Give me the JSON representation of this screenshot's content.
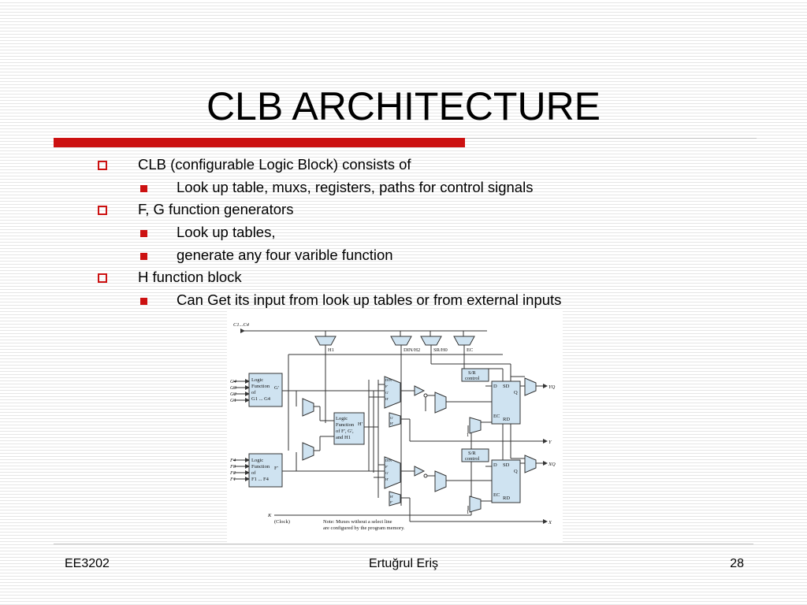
{
  "slide": {
    "title": "CLB ARCHITECTURE",
    "accent_color": "#cc1111",
    "bullets": [
      {
        "level": 1,
        "text": "CLB (configurable Logic Block) consists of"
      },
      {
        "level": 2,
        "text": "Look up table, muxs, registers, paths for control signals"
      },
      {
        "level": 1,
        "text": "F, G function generators"
      },
      {
        "level": 2,
        "text": "Look up tables,"
      },
      {
        "level": 2,
        "text": "generate any four varible function"
      },
      {
        "level": 1,
        "text": "H  function block"
      },
      {
        "level": 2,
        "text": "Can Get its input from look up tables or from external inputs"
      }
    ]
  },
  "figure": {
    "c1c4": "C1...C4",
    "h1": "H1",
    "din_h2": "DIN/H2",
    "sr_h0": "SR/H0",
    "ec": "EC",
    "g_inputs": [
      "G4",
      "G3",
      "G2",
      "G1"
    ],
    "f_inputs": [
      "F4",
      "F3",
      "F2",
      "F1"
    ],
    "g_block": [
      "Logic",
      "Function",
      "of",
      "G1 ... G4"
    ],
    "f_block": [
      "Logic",
      "Function",
      "of",
      "F1 ... F4"
    ],
    "h_block": [
      "Logic",
      "Function",
      "of F', G',",
      "and H1"
    ],
    "g_out": "G'",
    "f_out": "F'",
    "h_out": "H'",
    "mux_in_top": [
      "DIN",
      "F'",
      "G'",
      "H'"
    ],
    "mux_in_mid": [
      "G'",
      "H'"
    ],
    "mux_in_bot": [
      "DIN",
      "F'",
      "G'",
      "H'"
    ],
    "mux_in_low": [
      "H'",
      "F'"
    ],
    "sr_control": [
      "S/R",
      "control"
    ],
    "ff_labels": [
      "D",
      "SD",
      "Q",
      "EC",
      "RD"
    ],
    "one": "1",
    "outputs": [
      "YQ",
      "Y",
      "XQ",
      "X"
    ],
    "k": "K",
    "clock": "(Clock)",
    "note": [
      "Note: Muxes without a select line",
      "are configured by the program memory."
    ]
  },
  "footer": {
    "left": "EE3202",
    "center": "Ertuğrul Eriş",
    "right": "28"
  }
}
